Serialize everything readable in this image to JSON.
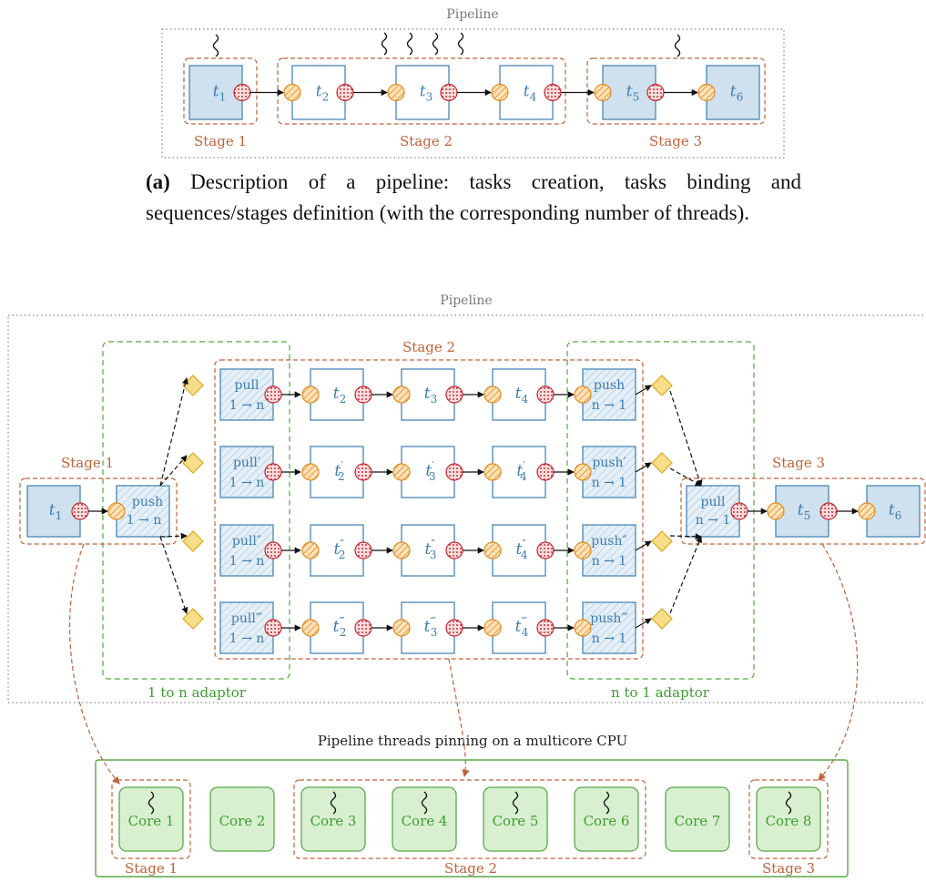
{
  "figure_a": {
    "pipeline_label": "Pipeline",
    "stages": [
      "Stage 1",
      "Stage 2",
      "Stage 3"
    ],
    "tasks": [
      "t",
      "t",
      "t",
      "t",
      "t",
      "t"
    ],
    "task_subscripts": [
      "1",
      "2",
      "3",
      "4",
      "5",
      "6"
    ],
    "caption_label": "(a)",
    "caption_text": " Description of a pipeline: tasks creation, tasks binding and sequences/stages definition (with the corresponding number of threads)."
  },
  "figure_b": {
    "pipeline_label": "Pipeline",
    "stage1_label": "Stage 1",
    "stage2_label": "Stage 2",
    "stage3_label": "Stage 3",
    "adaptor_1_to_n": "1 to n adaptor",
    "adaptor_n_to_1": "n to 1 adaptor",
    "push_task": {
      "word": "push",
      "ratio": "1 → n"
    },
    "pull_task": {
      "word": "pull",
      "ratio": "n → 1"
    },
    "pull_rows": [
      {
        "word": "pull",
        "primes": "",
        "ratio": "1 → n"
      },
      {
        "word": "pull",
        "primes": "′",
        "ratio": "1 → n"
      },
      {
        "word": "pull",
        "primes": "″",
        "ratio": "1 → n"
      },
      {
        "word": "pull",
        "primes": "‴",
        "ratio": "1 → n"
      }
    ],
    "push_rows": [
      {
        "word": "push",
        "primes": "",
        "ratio": "n → 1"
      },
      {
        "word": "push",
        "primes": "′",
        "ratio": "n → 1"
      },
      {
        "word": "push",
        "primes": "″",
        "ratio": "n → 1"
      },
      {
        "word": "push",
        "primes": "‴",
        "ratio": "n → 1"
      }
    ],
    "row_primes": [
      "",
      "′",
      "″",
      "‴"
    ],
    "row_tasks": [
      "2",
      "3",
      "4"
    ],
    "stage1_task": "1",
    "stage3_tasks": [
      "5",
      "6"
    ]
  },
  "cpu": {
    "title": "Pipeline threads pinning on a multicore CPU",
    "cores": [
      "Core 1",
      "Core 2",
      "Core 3",
      "Core 4",
      "Core 5",
      "Core 6",
      "Core 7",
      "Core 8"
    ],
    "threaded_cores": [
      1,
      3,
      4,
      5,
      6,
      8
    ],
    "stage_labels": [
      "Stage 1",
      "Stage 2",
      "Stage 3"
    ]
  },
  "colors": {
    "task_fill": "#cfe0ee",
    "task_stroke": "#4a86b5",
    "stage_border": "#c0623a",
    "adaptor_border": "#4caa3c",
    "core_fill": "#d8f0d0",
    "core_stroke": "#5aa84a",
    "in_socket": "#f5a742",
    "out_socket": "#d23b3b",
    "buffer": "#f8de8a"
  }
}
